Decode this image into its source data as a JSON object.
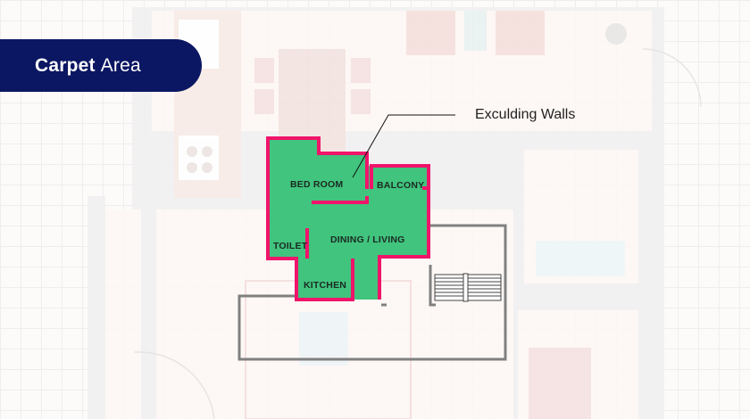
{
  "header": {
    "title_bold": "Carpet",
    "title_regular": "Area"
  },
  "callout": {
    "text": "Exculding Walls"
  },
  "rooms": [
    {
      "name": "BED ROOM"
    },
    {
      "name": "BALCONY"
    },
    {
      "name": "DINING / LIVING"
    },
    {
      "name": "TOILET"
    },
    {
      "name": "KITCHEN"
    }
  ],
  "colors": {
    "badge_bg": "#0b1762",
    "carpet_fill": "#41c47e",
    "wall_outline": "#f0146a",
    "outer_wall": "#808080"
  }
}
